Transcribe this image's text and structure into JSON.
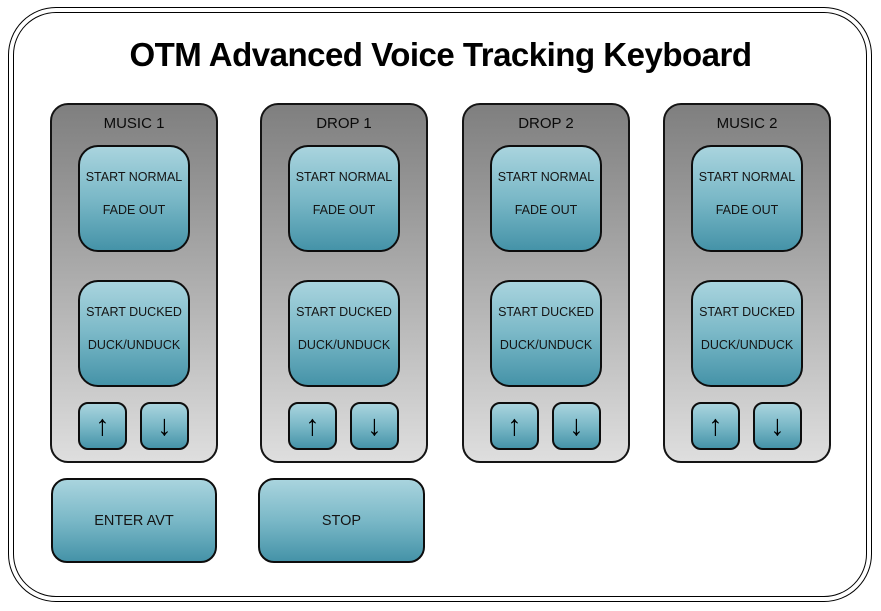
{
  "title": "OTM Advanced Voice Tracking Keyboard",
  "icons": {
    "up_arrow": "↑",
    "down_arrow": "↓"
  },
  "colors": {
    "button_gradient_top": "#a9d4de",
    "button_gradient_bottom": "#4593a8",
    "panel_gradient_top": "#7f7f7f",
    "panel_gradient_bottom": "#dedede",
    "outline": "#000000",
    "background": "#ffffff"
  },
  "panels": [
    {
      "label": "MUSIC 1",
      "top_button": {
        "line1": "START NORMAL",
        "line2": "FADE OUT"
      },
      "bottom_button": {
        "line1": "START DUCKED",
        "line2": "DUCK/UNDUCK"
      }
    },
    {
      "label": "DROP 1",
      "top_button": {
        "line1": "START NORMAL",
        "line2": "FADE OUT"
      },
      "bottom_button": {
        "line1": "START DUCKED",
        "line2": "DUCK/UNDUCK"
      }
    },
    {
      "label": "DROP 2",
      "top_button": {
        "line1": "START NORMAL",
        "line2": "FADE OUT"
      },
      "bottom_button": {
        "line1": "START DUCKED",
        "line2": "DUCK/UNDUCK"
      }
    },
    {
      "label": "MUSIC 2",
      "top_button": {
        "line1": "START NORMAL",
        "line2": "FADE OUT"
      },
      "bottom_button": {
        "line1": "START DUCKED",
        "line2": "DUCK/UNDUCK"
      }
    }
  ],
  "footer": {
    "enter_avt_label": "ENTER AVT",
    "stop_label": "STOP"
  }
}
